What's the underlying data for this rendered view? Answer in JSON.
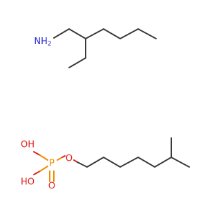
{
  "colors": {
    "bond": "#3a3a3a",
    "nitrogen": "#2b2bd6",
    "oxygen": "#e0201a",
    "phosphorus": "#f08a00",
    "background": "#ffffff"
  },
  "molecule_a": {
    "amine_label": "NH",
    "amine_subscript": "2"
  },
  "molecule_b": {
    "hydroxyl_1": "OH",
    "hydroxyl_2": "HO",
    "phosphorus": "P",
    "oxo": "O",
    "ester_oxygen": "O"
  }
}
